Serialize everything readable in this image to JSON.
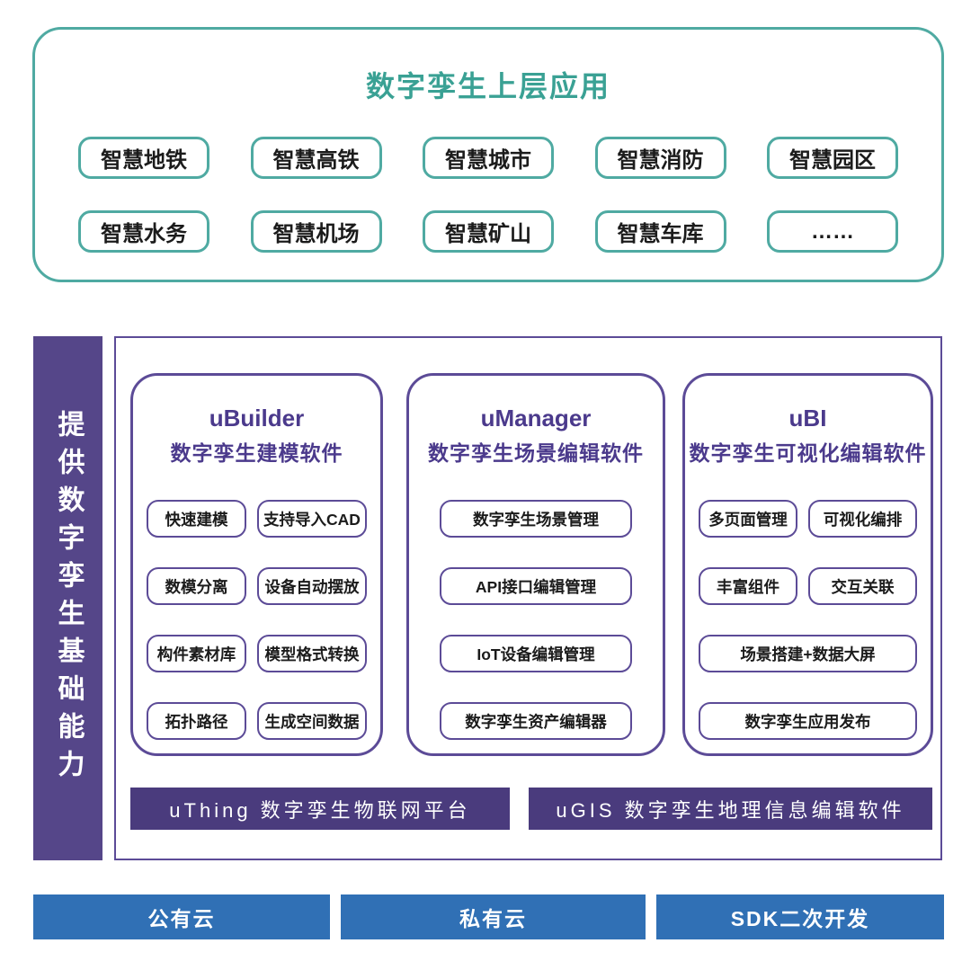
{
  "top": {
    "title": "数字孪生上层应用",
    "apps_row1": [
      "智慧地铁",
      "智慧高铁",
      "智慧城市",
      "智慧消防",
      "智慧园区"
    ],
    "apps_row2": [
      "智慧水务",
      "智慧机场",
      "智慧矿山",
      "智慧车库",
      "……"
    ]
  },
  "sidebar": {
    "label": "提供数字孪生基础能力"
  },
  "products": [
    {
      "name": "uBuilder",
      "subtitle": "数字孪生建模软件",
      "features": [
        "快速建模",
        "支持导入CAD",
        "数模分离",
        "设备自动摆放",
        "构件素材库",
        "模型格式转换",
        "拓扑路径",
        "生成空间数据"
      ]
    },
    {
      "name": "uManager",
      "subtitle": "数字孪生场景编辑软件",
      "features": [
        "数字孪生场景管理",
        "API接口编辑管理",
        "IoT设备编辑管理",
        "数字孪生资产编辑器"
      ]
    },
    {
      "name": "uBI",
      "subtitle": "数字孪生可视化编辑软件",
      "features": [
        "多页面管理",
        "可视化编排",
        "丰富组件",
        "交互关联",
        "场景搭建+数据大屏",
        "数字孪生应用发布"
      ]
    }
  ],
  "platform_bars": [
    "uThing 数字孪生物联网平台",
    "uGIS 数字孪生地理信息编辑软件"
  ],
  "deployment": [
    "公有云",
    "私有云",
    "SDK二次开发"
  ],
  "colors": {
    "teal_border": "#4faaa2",
    "teal_title": "#3aa194",
    "purple_border": "#5c4b97",
    "purple_title": "#4b3a8c",
    "purple_bar": "#4a3b7d",
    "purple_sidebar": "#554689",
    "blue_bar": "#3070b5",
    "chip_text": "#1b1b1b"
  }
}
